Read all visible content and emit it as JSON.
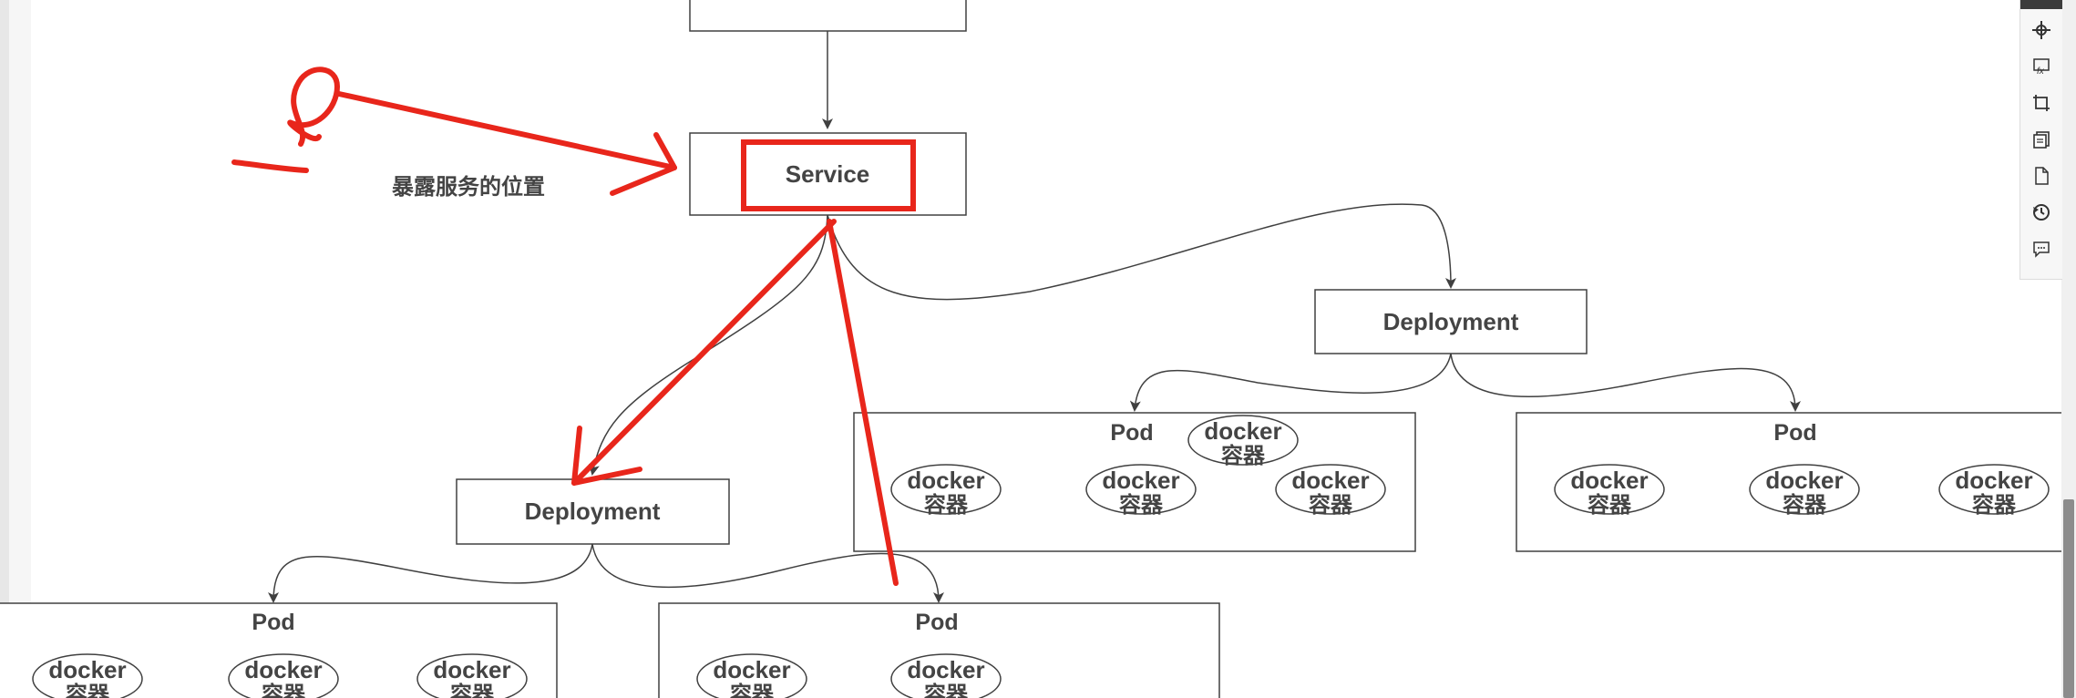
{
  "diagram": {
    "service_label": "Service",
    "annotation_text": "暴露服务的位置",
    "deployments": [
      {
        "label": "Deployment"
      },
      {
        "label": "Deployment"
      }
    ],
    "pods": [
      {
        "label": "Pod",
        "containers": [
          {
            "line1": "docker",
            "line2": "容器"
          },
          {
            "line1": "docker",
            "line2": "容器"
          },
          {
            "line1": "docker",
            "line2": "容器"
          },
          {
            "line1": "docker",
            "line2": "容器"
          }
        ]
      },
      {
        "label": "Pod",
        "containers": [
          {
            "line1": "docker",
            "line2": "容器"
          },
          {
            "line1": "docker",
            "line2": "容器"
          },
          {
            "line1": "docker",
            "line2": "容器"
          }
        ]
      },
      {
        "label": "Pod",
        "containers": [
          {
            "line1": "docker",
            "line2": "容器"
          },
          {
            "line1": "docker",
            "line2": "容器"
          },
          {
            "line1": "docker",
            "line2": "容器"
          }
        ]
      },
      {
        "label": "Pod",
        "containers": [
          {
            "line1": "docker",
            "line2": "容器"
          },
          {
            "line1": "docker",
            "line2": "容器"
          }
        ]
      }
    ],
    "colors": {
      "stroke": "#404040",
      "text": "#444444",
      "highlight": "#e8261b"
    }
  },
  "toolbar": {
    "icons": [
      "crosshair-icon",
      "formula-icon",
      "crop-icon",
      "copy-pages-icon",
      "blank-page-icon",
      "history-icon",
      "comment-icon"
    ]
  }
}
